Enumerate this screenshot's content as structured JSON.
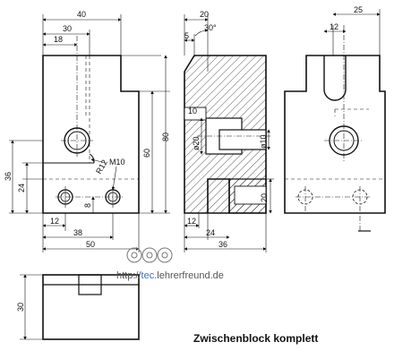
{
  "title": "Zwischenblock komplett",
  "watermark": {
    "prefix": "http://",
    "highlight": "tec",
    "suffix": ".lehrerfreund.de"
  },
  "colors": {
    "line": "#111111",
    "watermark_hi": "#3a6fd0",
    "watermark": "#555555"
  },
  "front_view": {
    "dims": {
      "w40": "40",
      "w30": "30",
      "w18": "18",
      "h80": "80",
      "h60": "60",
      "r12": "R12",
      "m10": "M10",
      "h36": "36",
      "h24": "24",
      "h8": "8",
      "w12": "12",
      "w38": "38",
      "w50": "50"
    }
  },
  "section_view": {
    "dims": {
      "w20": "20",
      "w5": "5",
      "ang30": "30°",
      "h10": "10",
      "d20": "ø20",
      "d10": "ø10",
      "w12": "12",
      "w24": "24",
      "w36": "36",
      "h20": "20"
    }
  },
  "side_view": {
    "dims": {
      "w25": "25",
      "w12": "12"
    }
  },
  "bottom_view": {
    "dims": {
      "h30": "30"
    }
  }
}
